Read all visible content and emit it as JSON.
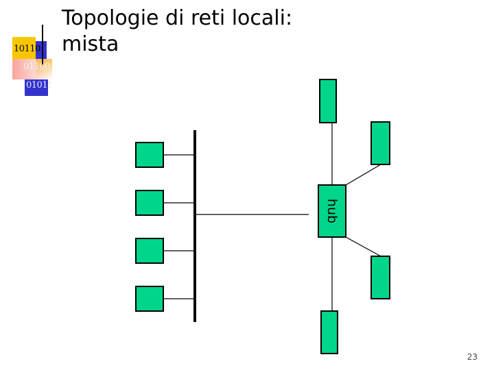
{
  "slide": {
    "title_line1": "Topologie di reti locali:",
    "title_line2": "mista",
    "page_number": "23"
  },
  "logo": {
    "line1": "10110",
    "line2": "01100",
    "line3": "01011",
    "colors": {
      "yellow": "#f7c600",
      "blue": "#3333cc",
      "red": "#f25a4a",
      "orange": "#f7a300"
    }
  },
  "diagram": {
    "hub_label": "hub",
    "node_color": "#00d68a",
    "bus_workstations": 4,
    "hub_workstations": 4
  }
}
